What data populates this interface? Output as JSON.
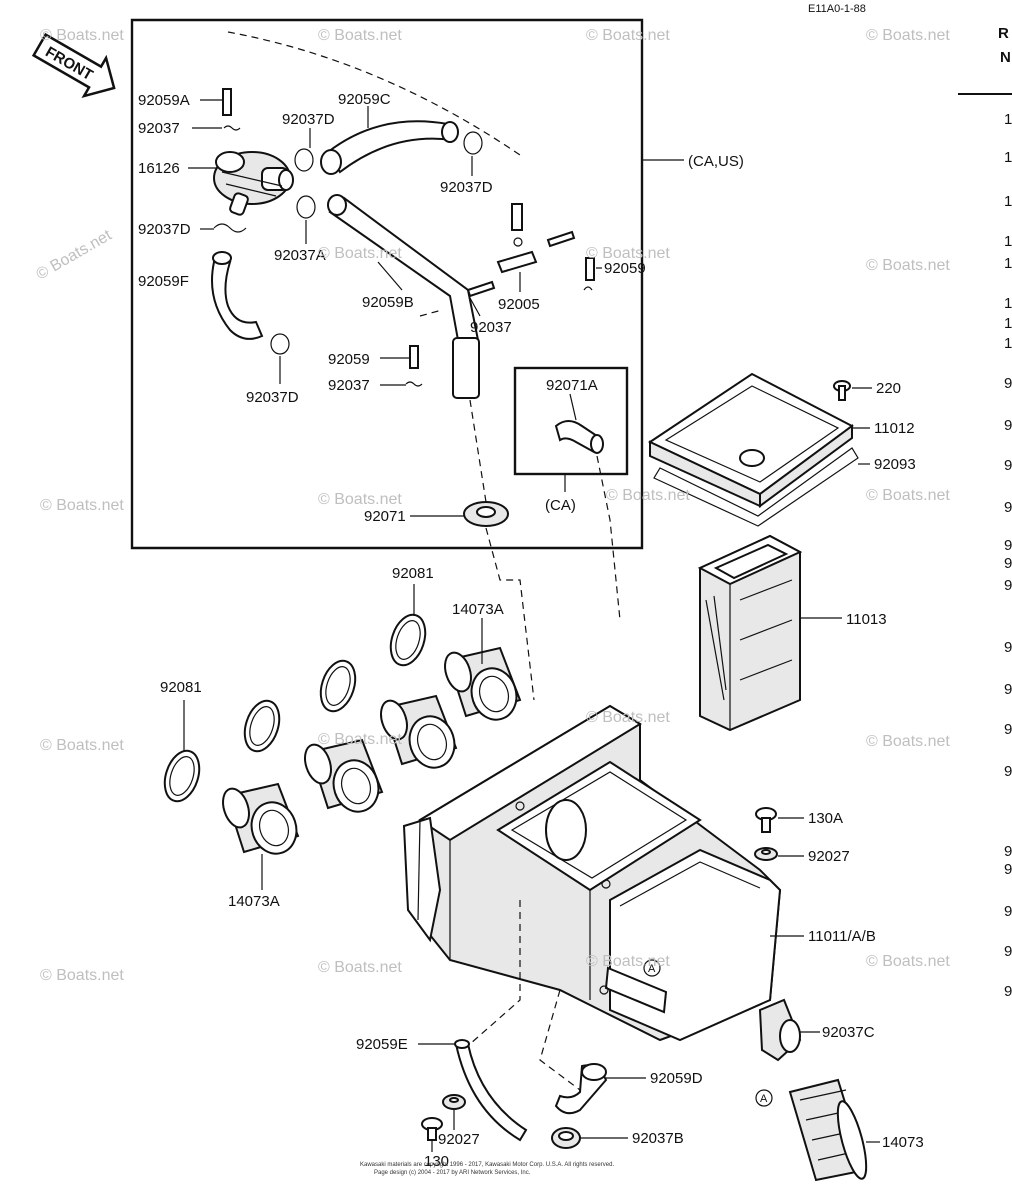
{
  "header": {
    "code": "E11A0-1-88",
    "edge_letters": [
      "R",
      "N"
    ]
  },
  "front_arrow": {
    "label": "FRONT"
  },
  "inset_box": {
    "variant_label": "(CA,US)"
  },
  "sub_box": {
    "variant_label": "(CA)"
  },
  "callouts": {
    "p92059A": "92059A",
    "p92037_top": "92037",
    "p16126": "16126",
    "p92037D_left": "92037D",
    "p92059F": "92059F",
    "p92037D_bottom": "92037D",
    "p92037D_mid": "92037D",
    "p92059C": "92059C",
    "p92037D_right": "92037D",
    "p92037A": "92037A",
    "p92059B": "92059B",
    "p92059_mid": "92059",
    "p92037_mid": "92037",
    "p92005": "92005",
    "p92037_inner": "92037",
    "p92059_right": "92059",
    "p92071A": "92071A",
    "p92071": "92071",
    "p220": "220",
    "p11012": "11012",
    "p92093": "92093",
    "p11013": "11013",
    "p92081_top": "92081",
    "p14073A_top": "14073A",
    "p92081_left": "92081",
    "p14073A_bottom": "14073A",
    "p130A": "130A",
    "p92027_right": "92027",
    "p11011AB": "11011/A/B",
    "p92037C": "92037C",
    "p92059E": "92059E",
    "p92059D": "92059D",
    "p92037B": "92037B",
    "p92027_bottom": "92027",
    "p130": "130",
    "p14073": "14073",
    "marker_A": "A"
  },
  "watermark": {
    "text": "© Boats.net"
  },
  "footer": {
    "line1": "Kawasaki materials are copyright 1996 - 2017, Kawasaki Motor Corp. U.S.A.  All rights reserved.",
    "line2": "Page design (c) 2004 - 2017 by ARI Network Services, Inc."
  },
  "right_edge_fragments": [
    "1",
    "1",
    "1",
    "1",
    "1",
    "1",
    "1",
    "1",
    "9",
    "9",
    "9",
    "9",
    "9",
    "9",
    "9",
    "9",
    "9",
    "9",
    "9",
    "9",
    "9",
    "9",
    "9",
    "9"
  ]
}
